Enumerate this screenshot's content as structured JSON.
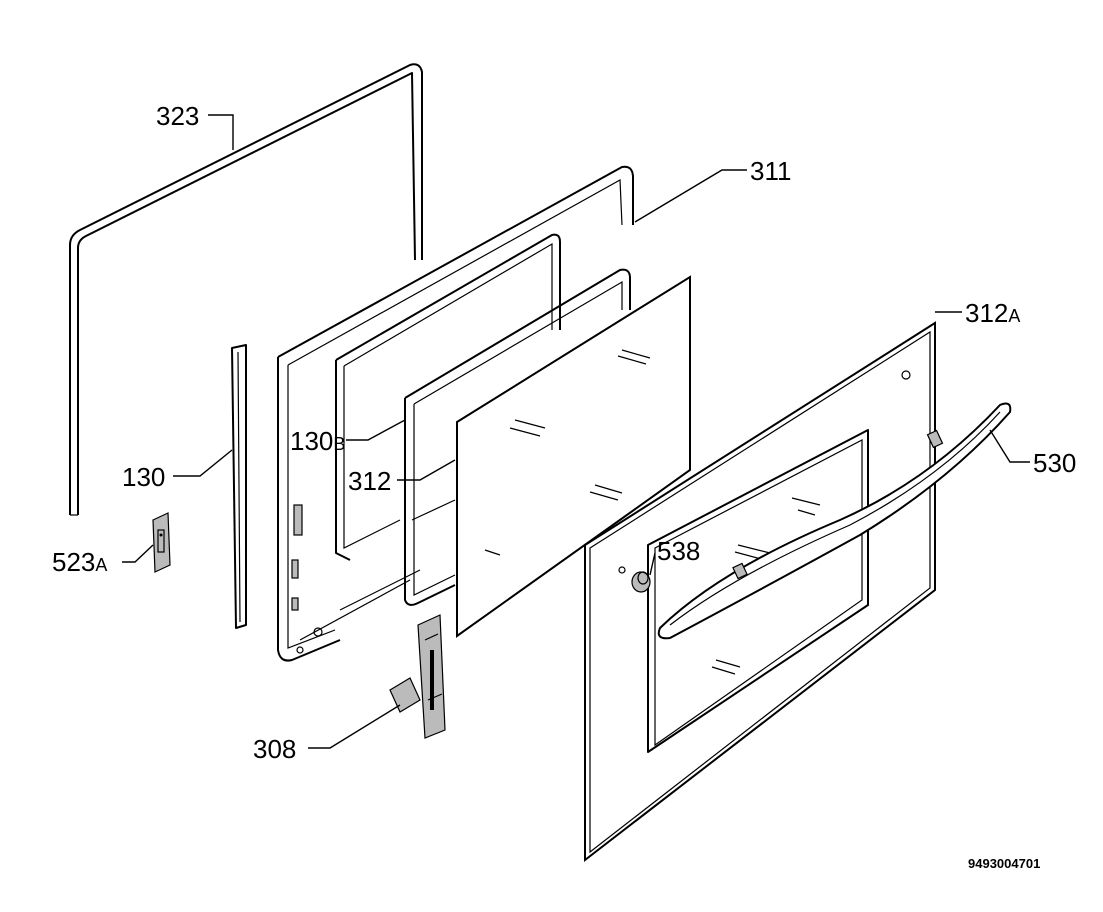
{
  "diagram": {
    "parts": [
      {
        "id": "323",
        "label": "323",
        "suffix": ""
      },
      {
        "id": "311",
        "label": "311",
        "suffix": ""
      },
      {
        "id": "312A",
        "label": "312",
        "suffix": "A"
      },
      {
        "id": "530",
        "label": "530",
        "suffix": ""
      },
      {
        "id": "130B",
        "label": "130",
        "suffix": "B"
      },
      {
        "id": "312",
        "label": "312",
        "suffix": ""
      },
      {
        "id": "130",
        "label": "130",
        "suffix": ""
      },
      {
        "id": "538",
        "label": "538",
        "suffix": ""
      },
      {
        "id": "523A",
        "label": "523",
        "suffix": "A"
      },
      {
        "id": "308",
        "label": "308",
        "suffix": ""
      }
    ],
    "document_number": "9493004701"
  }
}
